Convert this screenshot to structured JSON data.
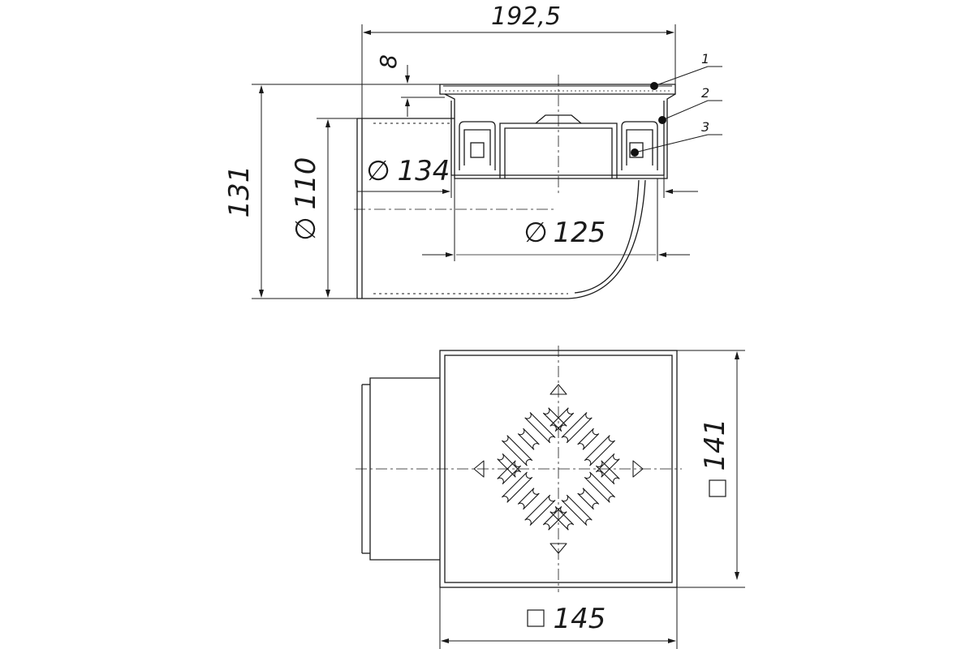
{
  "drawing": {
    "side_view": {
      "dimensions": {
        "overall_length": "192,5",
        "grate_thickness": "8",
        "overall_height": "131",
        "outlet_diameter_symbol": "∅",
        "outlet_diameter": "110",
        "body_outer_diameter": "134",
        "body_inner_diameter": "125"
      },
      "callouts": [
        "1",
        "2",
        "3"
      ]
    },
    "top_view": {
      "dimensions": {
        "width_symbol": "□",
        "width": "145",
        "depth_symbol": "□",
        "depth": "141"
      }
    }
  }
}
